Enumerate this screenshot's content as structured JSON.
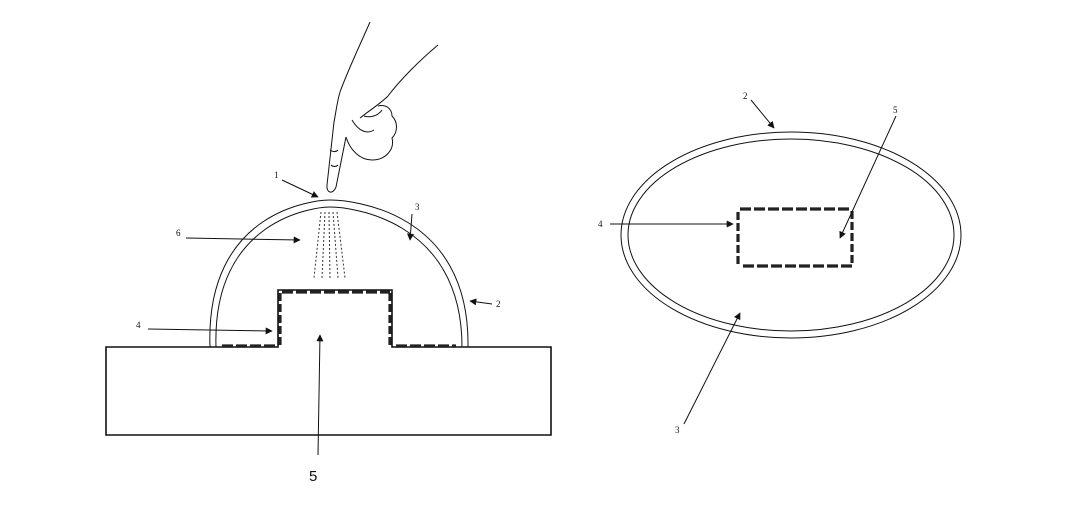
{
  "labels": {
    "left_1": "1",
    "left_2": "2",
    "left_3": "3",
    "left_4": "4",
    "left_5": "5",
    "left_6": "6",
    "right_2": "2",
    "right_3": "3",
    "right_4": "4",
    "right_5": "5"
  },
  "colors": {
    "ink": "#111111",
    "background": "#ffffff"
  }
}
